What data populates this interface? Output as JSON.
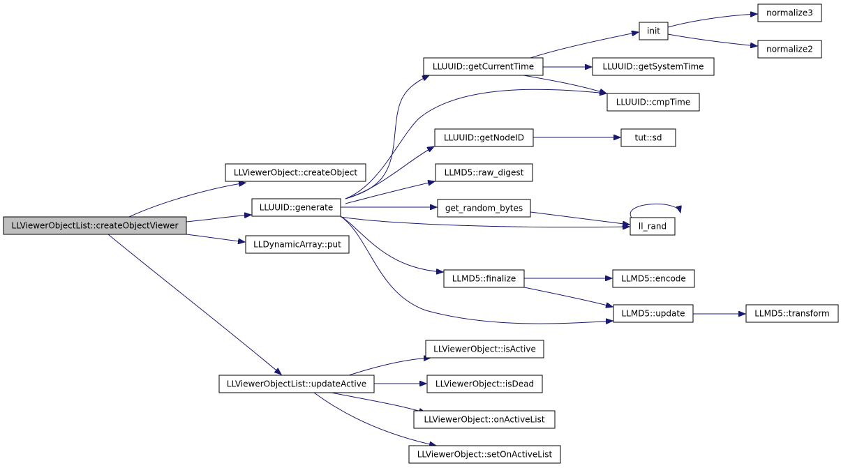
{
  "diagram": {
    "colors": {
      "edge": "#191970",
      "node_fill": "#ffffff",
      "root_fill": "#bfbfbf",
      "border": "#000000"
    },
    "nodes": [
      {
        "id": "root",
        "label": "LLViewerObjectList::createObjectViewer",
        "root": true
      },
      {
        "id": "createObject",
        "label": "LLViewerObject::createObject"
      },
      {
        "id": "generate",
        "label": "LLUUID::generate"
      },
      {
        "id": "put",
        "label": "LLDynamicArray::put"
      },
      {
        "id": "updateActive",
        "label": "LLViewerObjectList::updateActive"
      },
      {
        "id": "getCurrentTime",
        "label": "LLUUID::getCurrentTime"
      },
      {
        "id": "cmpTime",
        "label": "LLUUID::cmpTime"
      },
      {
        "id": "getNodeID",
        "label": "LLUUID::getNodeID"
      },
      {
        "id": "raw_digest",
        "label": "LLMD5::raw_digest"
      },
      {
        "id": "get_random_bytes",
        "label": "get_random_bytes"
      },
      {
        "id": "ll_rand",
        "label": "ll_rand"
      },
      {
        "id": "finalize",
        "label": "LLMD5::finalize"
      },
      {
        "id": "update",
        "label": "LLMD5::update"
      },
      {
        "id": "init",
        "label": "init"
      },
      {
        "id": "getSystemTime",
        "label": "LLUUID::getSystemTime"
      },
      {
        "id": "normalize3",
        "label": "normalize3"
      },
      {
        "id": "normalize2",
        "label": "normalize2"
      },
      {
        "id": "tut_sd",
        "label": "tut::sd"
      },
      {
        "id": "encode",
        "label": "LLMD5::encode"
      },
      {
        "id": "transform",
        "label": "LLMD5::transform"
      },
      {
        "id": "isActive",
        "label": "LLViewerObject::isActive"
      },
      {
        "id": "isDead",
        "label": "LLViewerObject::isDead"
      },
      {
        "id": "onActiveList",
        "label": "LLViewerObject::onActiveList"
      },
      {
        "id": "setOnActiveList",
        "label": "LLViewerObject::setOnActiveList"
      }
    ],
    "edges": [
      [
        "root",
        "createObject"
      ],
      [
        "root",
        "generate"
      ],
      [
        "root",
        "put"
      ],
      [
        "root",
        "updateActive"
      ],
      [
        "generate",
        "getCurrentTime"
      ],
      [
        "generate",
        "cmpTime"
      ],
      [
        "generate",
        "getNodeID"
      ],
      [
        "generate",
        "raw_digest"
      ],
      [
        "generate",
        "get_random_bytes"
      ],
      [
        "generate",
        "ll_rand"
      ],
      [
        "generate",
        "finalize"
      ],
      [
        "generate",
        "update"
      ],
      [
        "getCurrentTime",
        "init"
      ],
      [
        "getCurrentTime",
        "getSystemTime"
      ],
      [
        "getCurrentTime",
        "cmpTime"
      ],
      [
        "init",
        "normalize3"
      ],
      [
        "init",
        "normalize2"
      ],
      [
        "getNodeID",
        "tut_sd"
      ],
      [
        "get_random_bytes",
        "ll_rand"
      ],
      [
        "ll_rand",
        "ll_rand"
      ],
      [
        "finalize",
        "encode"
      ],
      [
        "finalize",
        "update"
      ],
      [
        "update",
        "transform"
      ],
      [
        "updateActive",
        "isActive"
      ],
      [
        "updateActive",
        "isDead"
      ],
      [
        "updateActive",
        "onActiveList"
      ],
      [
        "updateActive",
        "setOnActiveList"
      ]
    ]
  }
}
